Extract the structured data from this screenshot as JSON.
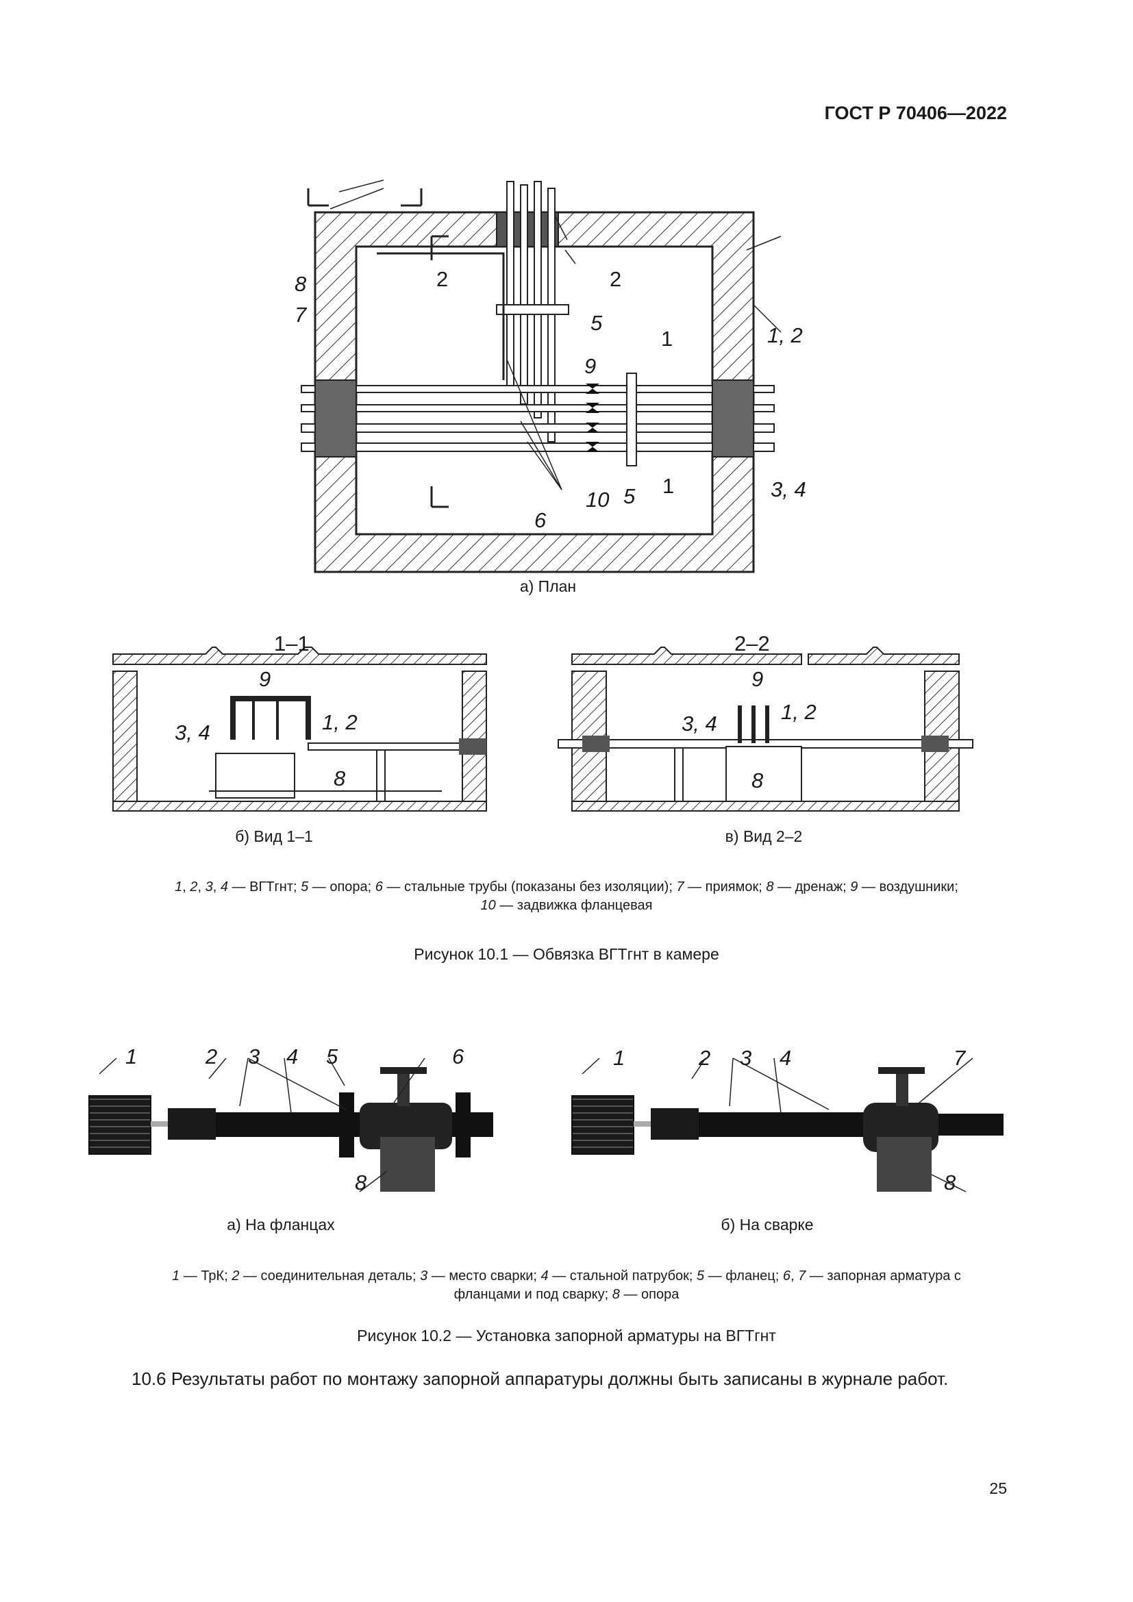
{
  "header": {
    "doc_code": "ГОСТ Р 70406—2022"
  },
  "figure1": {
    "plan": {
      "caption": "а) План",
      "labels": {
        "l8": "8",
        "l7": "7",
        "l5a": "5",
        "l5b": "5",
        "l9": "9",
        "l10": "10",
        "l6": "6",
        "l12": "1, 2",
        "l34": "3, 4",
        "cut2a": "2",
        "cut2b": "2",
        "cut1a": "1",
        "cut1b": "1"
      }
    },
    "section_1_1": {
      "title": "1–1",
      "caption": "б) Вид 1–1",
      "labels": {
        "l9": "9",
        "l34": "3, 4",
        "l12": "1, 2",
        "l8": "8"
      }
    },
    "section_2_2": {
      "title": "2–2",
      "caption": "в) Вид 2–2",
      "labels": {
        "l9": "9",
        "l34": "3, 4",
        "l12": "1, 2",
        "l8": "8"
      }
    },
    "legend": {
      "line1": [
        {
          "num": "1",
          "sep": ", "
        },
        {
          "num": "2",
          "sep": ", "
        },
        {
          "num": "3",
          "sep": ", "
        },
        {
          "num": "4",
          "sep": ""
        }
      ],
      "t_vgtgnt": " — ВГТгнт; ",
      "n5": "5",
      "t5": " — опора; ",
      "n6": "6",
      "t6": " — стальные трубы (показаны без изоляции); ",
      "n7": "7",
      "t7": " — приямок; ",
      "n8": "8",
      "t8": " — дренаж; ",
      "n9": "9",
      "t9": " — воздушники;",
      "n10": "10",
      "t10": " — задвижка фланцевая"
    },
    "title": "Рисунок 10.1 — Обвязка ВГТгнт в камере"
  },
  "figure2": {
    "a": {
      "caption": "а) На фланцах",
      "labels": {
        "l1": "1",
        "l2": "2",
        "l3": "3",
        "l4": "4",
        "l5": "5",
        "l6": "6",
        "l8": "8"
      }
    },
    "b": {
      "caption": "б) На сварке",
      "labels": {
        "l1": "1",
        "l2": "2",
        "l3": "3",
        "l4": "4",
        "l7": "7",
        "l8": "8"
      }
    },
    "legend": {
      "n1": "1",
      "t1": " — ТрК; ",
      "n2": "2",
      "t2": " — соединительная деталь; ",
      "n3": "3",
      "t3": " — место сварки; ",
      "n4": "4",
      "t4": " — стальной патрубок; ",
      "n5": "5",
      "t5": " — фланец; ",
      "n6": "6",
      "t6sep": ", ",
      "n7": "7",
      "t7": " — запорная арматура с",
      "line2a": "фланцами и под сварку; ",
      "n8": "8",
      "t8": " — опора"
    },
    "title": "Рисунок 10.2 — Установка запорной арматуры на ВГТгнт"
  },
  "body": {
    "paragraph": "10.6 Результаты работ по монтажу запорной аппаратуры должны быть записаны в журнале работ."
  },
  "footer": {
    "page_number": "25"
  }
}
